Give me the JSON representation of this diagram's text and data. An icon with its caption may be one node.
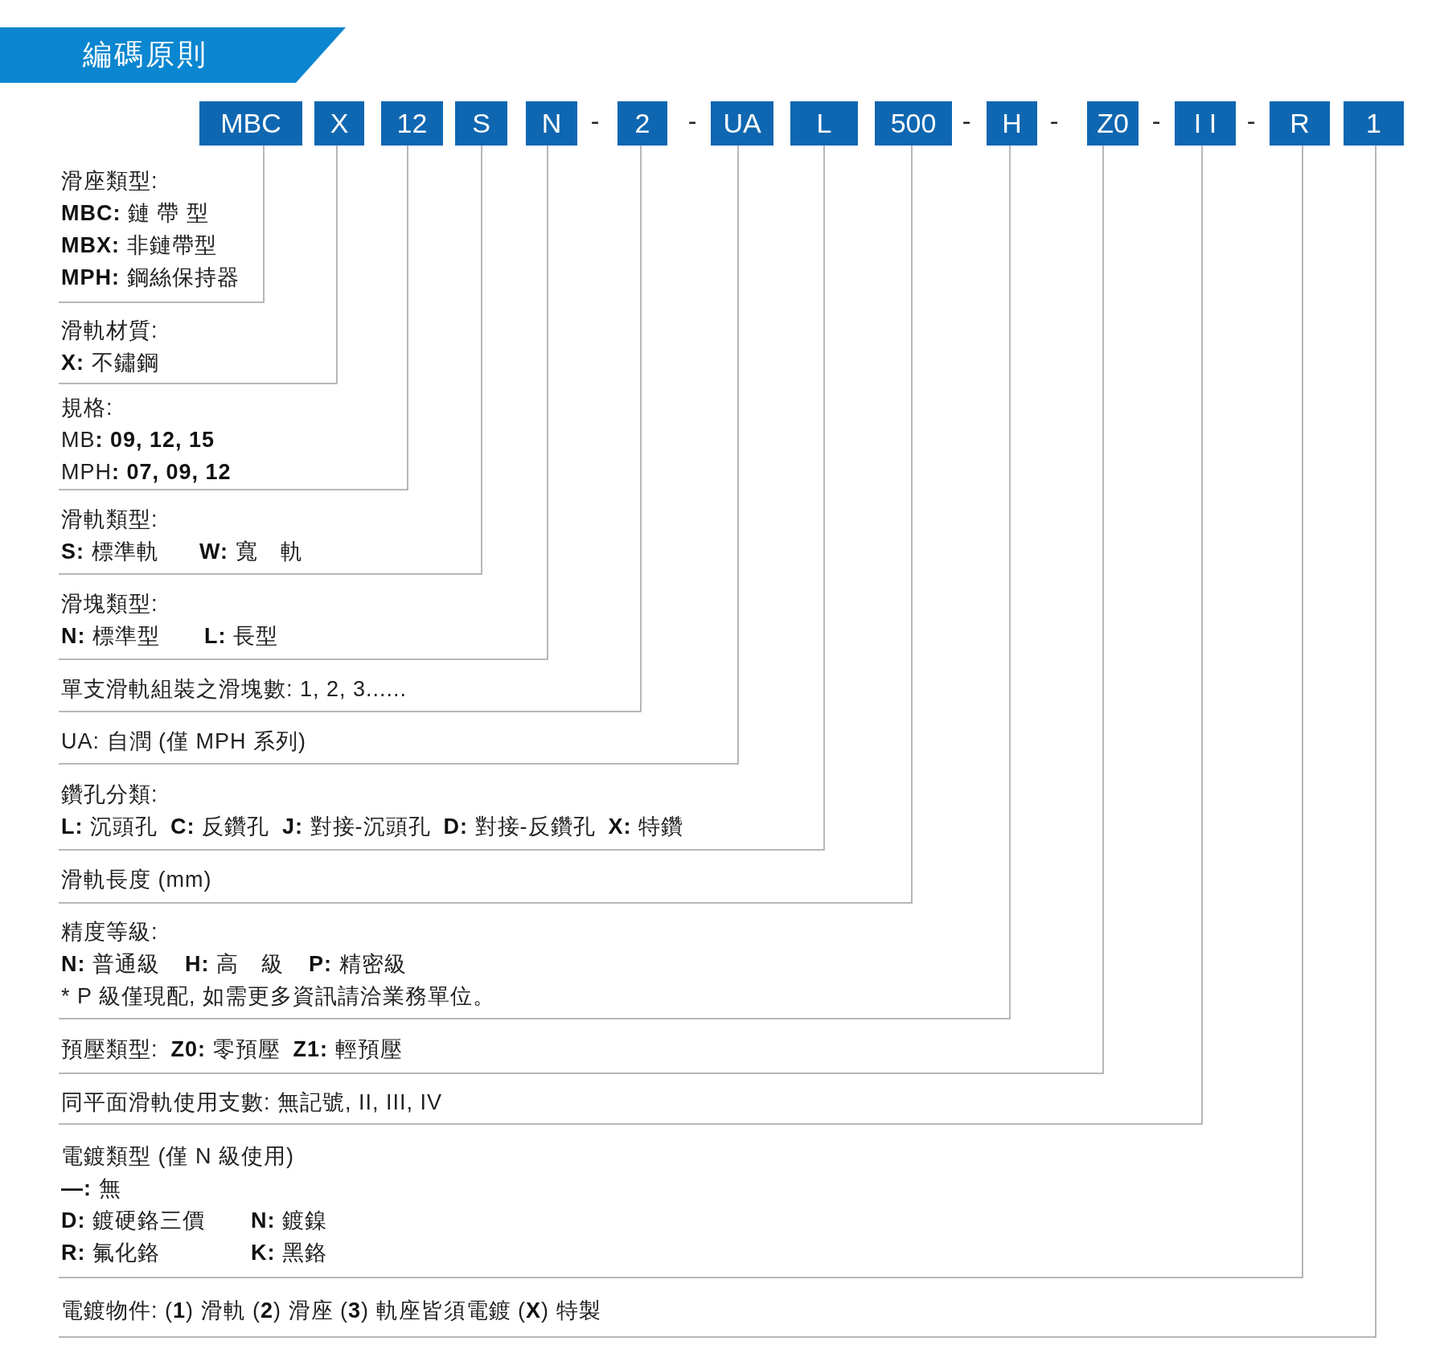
{
  "diagram": {
    "title": "編碼原則",
    "nodes": [
      {
        "text": [
          "MBC"
        ]
      },
      {
        "text": [
          "X"
        ]
      },
      {
        "text": [
          "12"
        ]
      },
      {
        "text": [
          "S"
        ]
      },
      {
        "text": [
          "N"
        ]
      },
      {
        "text": [
          "2"
        ]
      },
      {
        "text": [
          "UA"
        ]
      },
      {
        "text": [
          "L"
        ]
      },
      {
        "text": [
          "500"
        ]
      },
      {
        "text": [
          "H"
        ]
      },
      {
        "text": [
          "Z0"
        ]
      },
      {
        "text": [
          "I I"
        ]
      },
      {
        "text": [
          "R"
        ]
      },
      {
        "text": [
          "1"
        ]
      },
      {
        "text": [
          "滑座類型:",
          "**MBC:** 鏈 帶 型",
          "**MBX:** 非鏈帶型",
          "**MPH:** 鋼絲保持器"
        ]
      },
      {
        "text": [
          "滑軌材質:",
          "**X:** 不鏽鋼"
        ]
      },
      {
        "text": [
          "規格:",
          "MB**: 09, 12, 15**",
          "MPH**: 07, 09, 12**"
        ]
      },
      {
        "text": [
          "滑軌類型:",
          "**S:** 標準軌",
          "**W:** 寬　軌"
        ]
      },
      {
        "text": [
          "滑塊類型:",
          "**N:** 標準型",
          "**L:** 長型"
        ]
      },
      {
        "text": [
          "單支滑軌組裝之滑塊數: 1, 2, 3......"
        ]
      },
      {
        "text": [
          "UA: 自潤 (僅 MPH 系列)"
        ]
      },
      {
        "text": [
          "鑽孔分類:",
          "**L:** 沉頭孔",
          "**C:** 反鑽孔",
          "**J:** 對接-沉頭孔",
          "**D:** 對接-反鑽孔",
          "**X:** 特鑽"
        ]
      },
      {
        "text": [
          "滑軌長度 (mm)"
        ]
      },
      {
        "text": [
          "精度等級:",
          "**N:** 普通級",
          "**H:** 高　級",
          "**P:** 精密級",
          "* P 級僅現配, 如需更多資訊請洽業務單位。"
        ]
      },
      {
        "text": [
          "預壓類型:",
          "**Z0:** 零預壓",
          "**Z1:** 輕預壓"
        ]
      },
      {
        "text": [
          "同平面滑軌使用支數: 無記號, II, III, IV"
        ]
      },
      {
        "text": [
          "電鍍類型 (僅 N 級使用)",
          "**—:** 無",
          "**D:** 鍍硬鉻三價",
          "**N:** 鍍鎳",
          "**R:** 氟化鉻",
          "**K:** 黑鉻"
        ]
      },
      {
        "text": [
          "電鍍物件: (**1**) 滑軌 (**2**) 滑座 (**3**) 軌座皆須電鍍 (**X**) 特製"
        ]
      }
    ],
    "edges": [
      {
        "from": 0,
        "to": 14,
        "arrow": "none"
      },
      {
        "from": 1,
        "to": 15,
        "arrow": "none"
      },
      {
        "from": 2,
        "to": 16,
        "arrow": "none"
      },
      {
        "from": 3,
        "to": 17,
        "arrow": "none"
      },
      {
        "from": 4,
        "to": 18,
        "arrow": "none"
      },
      {
        "from": 5,
        "to": 19,
        "arrow": "none"
      },
      {
        "from": 6,
        "to": 20,
        "arrow": "none"
      },
      {
        "from": 7,
        "to": 21,
        "arrow": "none"
      },
      {
        "from": 8,
        "to": 22,
        "arrow": "none"
      },
      {
        "from": 9,
        "to": 23,
        "arrow": "none"
      },
      {
        "from": 10,
        "to": 24,
        "arrow": "none"
      },
      {
        "from": 11,
        "to": 25,
        "arrow": "none"
      },
      {
        "from": 12,
        "to": 26,
        "arrow": "none"
      },
      {
        "from": 13,
        "to": 27,
        "arrow": "none"
      }
    ],
    "labels": [
      "-",
      "-",
      "-",
      "-",
      "-",
      "-"
    ]
  }
}
